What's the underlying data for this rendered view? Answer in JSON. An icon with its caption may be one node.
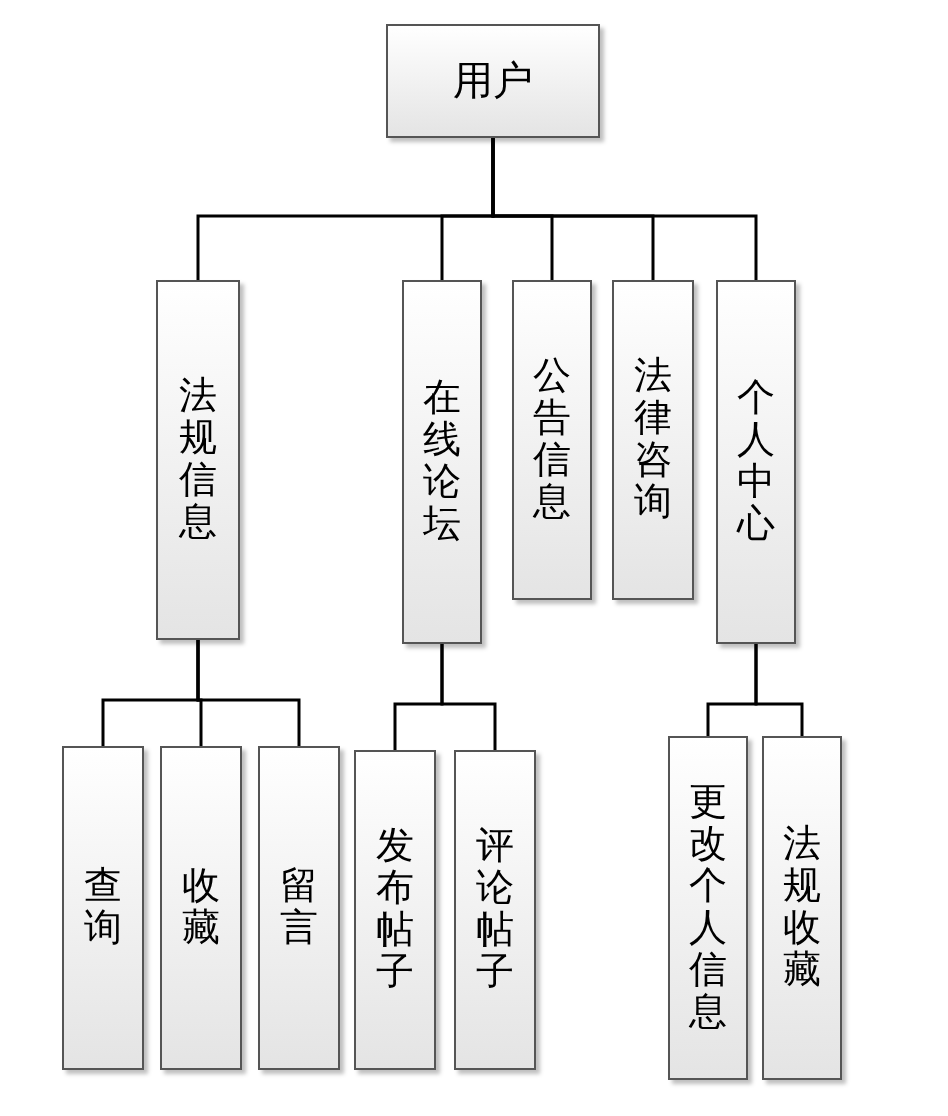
{
  "diagram": {
    "nodes": [
      {
        "text": [
          "用户"
        ]
      },
      {
        "text": [
          "法规信息"
        ]
      },
      {
        "text": [
          "在线论坛"
        ]
      },
      {
        "text": [
          "公告信息"
        ]
      },
      {
        "text": [
          "法律咨询"
        ]
      },
      {
        "text": [
          "个人中心"
        ]
      },
      {
        "text": [
          "查询"
        ]
      },
      {
        "text": [
          "收藏"
        ]
      },
      {
        "text": [
          "留言"
        ]
      },
      {
        "text": [
          "发布帖子"
        ]
      },
      {
        "text": [
          "评论帖子"
        ]
      },
      {
        "text": [
          "更改个人信息"
        ]
      },
      {
        "text": [
          "法规收藏"
        ]
      }
    ],
    "edges": [
      {
        "from": 0,
        "to": 1,
        "arrow": "none"
      },
      {
        "from": 0,
        "to": 2,
        "arrow": "none"
      },
      {
        "from": 0,
        "to": 3,
        "arrow": "none"
      },
      {
        "from": 0,
        "to": 4,
        "arrow": "none"
      },
      {
        "from": 0,
        "to": 5,
        "arrow": "none"
      },
      {
        "from": 1,
        "to": 6,
        "arrow": "none"
      },
      {
        "from": 1,
        "to": 7,
        "arrow": "none"
      },
      {
        "from": 1,
        "to": 8,
        "arrow": "none"
      },
      {
        "from": 2,
        "to": 9,
        "arrow": "none"
      },
      {
        "from": 2,
        "to": 10,
        "arrow": "none"
      },
      {
        "from": 5,
        "to": 11,
        "arrow": "none"
      },
      {
        "from": 5,
        "to": 12,
        "arrow": "none"
      }
    ]
  }
}
